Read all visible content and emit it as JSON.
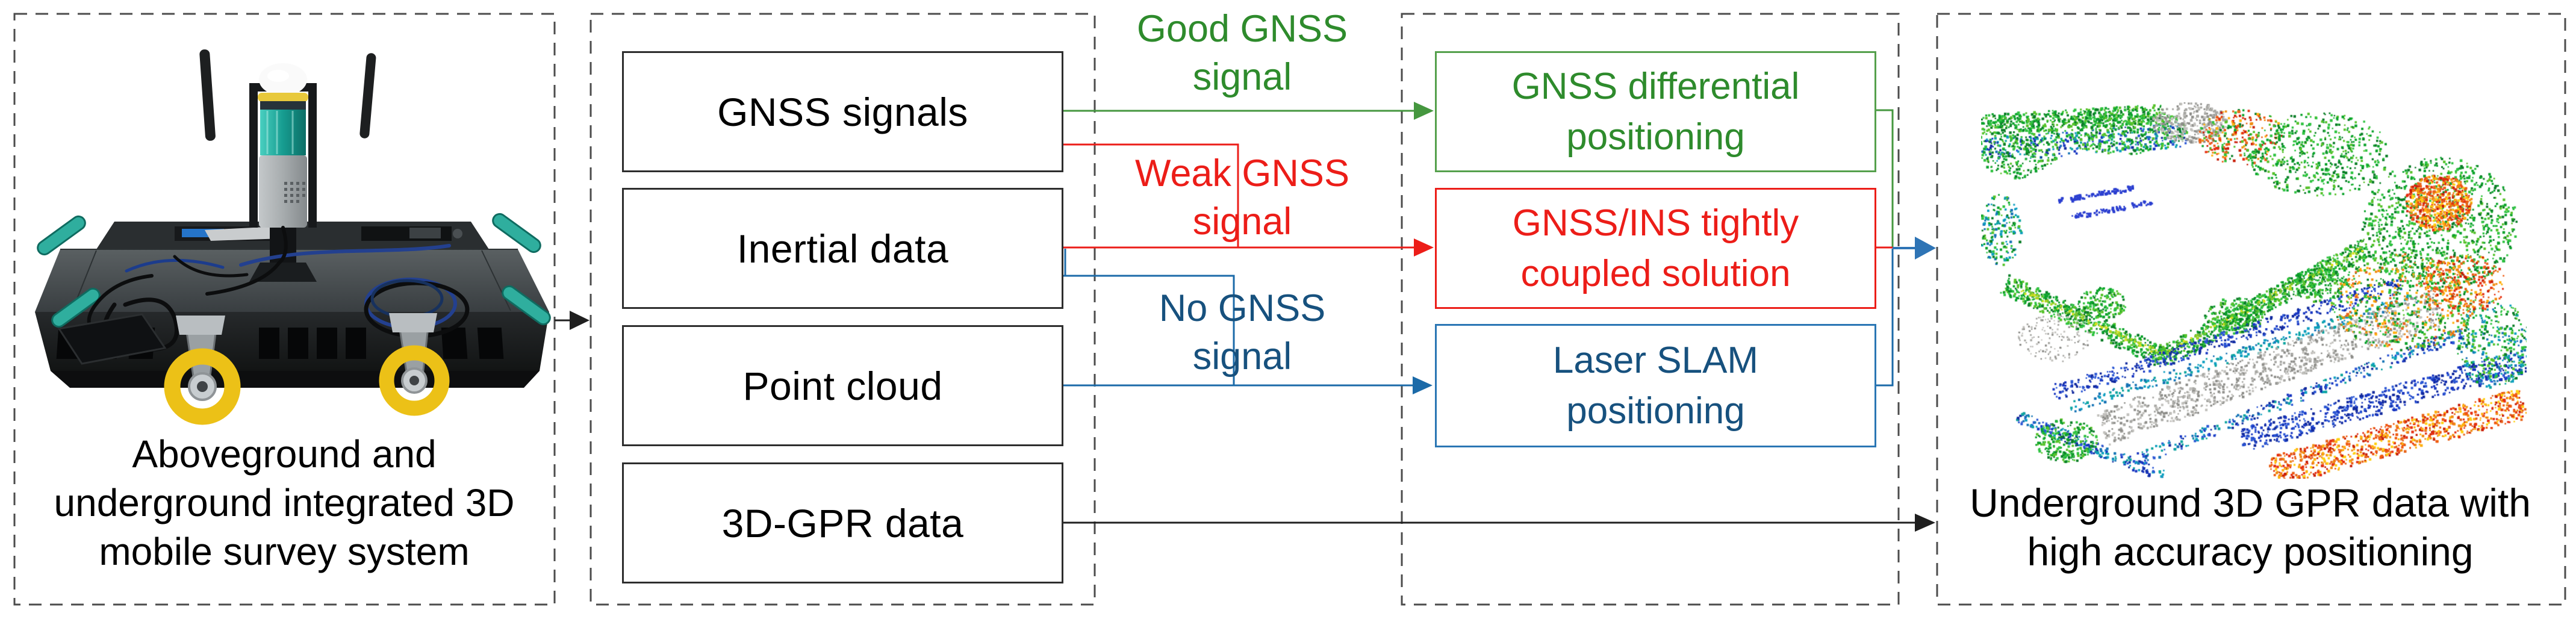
{
  "figure": {
    "panel_system": {
      "caption": [
        "Aboveground and",
        "underground integrated 3D",
        "mobile survey system"
      ]
    },
    "panel_inputs": {
      "boxes": [
        "GNSS signals",
        "Inertial data",
        "Point cloud",
        "3D-GPR data"
      ]
    },
    "signal_labels": {
      "good": [
        "Good GNSS",
        "signal"
      ],
      "weak": [
        "Weak GNSS",
        "signal"
      ],
      "none": [
        "No GNSS",
        "signal"
      ]
    },
    "panel_solutions": {
      "gnss_diff": [
        "GNSS differential",
        "positioning"
      ],
      "gnss_ins": [
        "GNSS/INS tightly",
        "coupled solution"
      ],
      "laser_slam": [
        "Laser SLAM",
        "positioning"
      ]
    },
    "panel_output": {
      "caption": [
        "Underground 3D GPR data with",
        "high accuracy positioning"
      ]
    },
    "colors": {
      "green_text": "#2e8b2c",
      "green_line": "#45973f",
      "red": "#ec1d18",
      "blue_text": "#17517e",
      "blue_line": "#1b6aa8",
      "arrow_blue": "#2e74b5",
      "black_line": "#1f1f1f",
      "dashed_border": "#4c4c4c"
    }
  }
}
